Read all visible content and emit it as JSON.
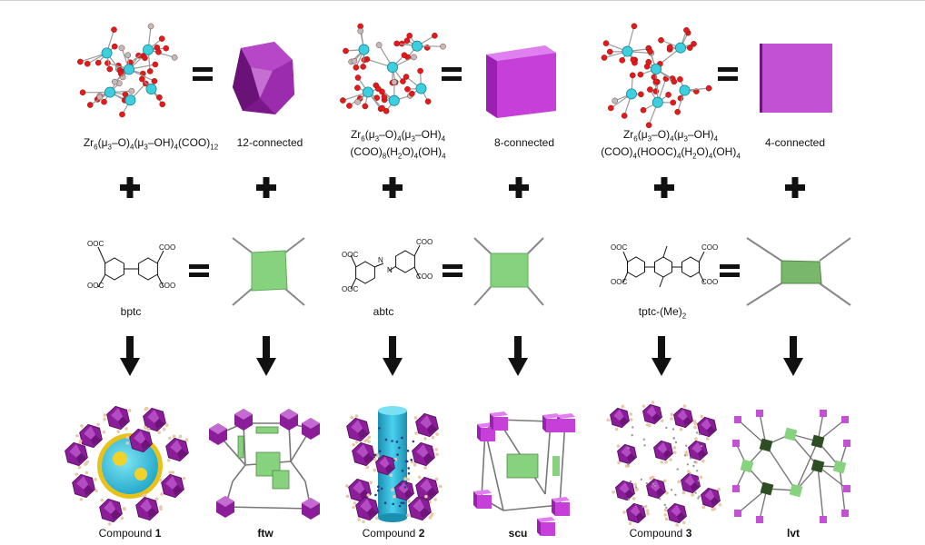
{
  "row1": {
    "formula1": "Zr6(μ3–O)4(μ3–OH)4(COO)12",
    "formula2_line1": "Zr6(μ3–O)4(μ3–OH)4",
    "formula2_line2": "(COO)8(H2O)4(OH)4",
    "formula3_line1": "Zr6(μ3–O)4(μ3–OH)4",
    "formula3_line2": "(COO)4(HOOC)4(H2O)4(OH)4",
    "node1": "12-connected",
    "node2": "8-connected",
    "node3": "4-connected"
  },
  "row2": {
    "linker1": "bptc",
    "linker2": "abtc",
    "linker3": "tptc-(Me)2",
    "group_label": "COO",
    "group_label_alt": "OOC",
    "azo_label": "N"
  },
  "row3": {
    "compound_prefix": "Compound",
    "compound1_num": "1",
    "compound2_num": "2",
    "compound3_num": "3",
    "net1": "ftw",
    "net2": "scu",
    "net3": "lvt"
  },
  "symbols": {
    "equals": "=",
    "plus": "+"
  },
  "colors": {
    "zr_node": "#3ecfdf",
    "oxygen": "#e21a1a",
    "hydrogen": "#bdbdbd",
    "poly_purple": "#8b1d99",
    "cube_magenta": "#c63fd8",
    "square_green": "#86d27f",
    "dark_green": "#2d4d22",
    "pore_blue": "#2fb3d9"
  }
}
